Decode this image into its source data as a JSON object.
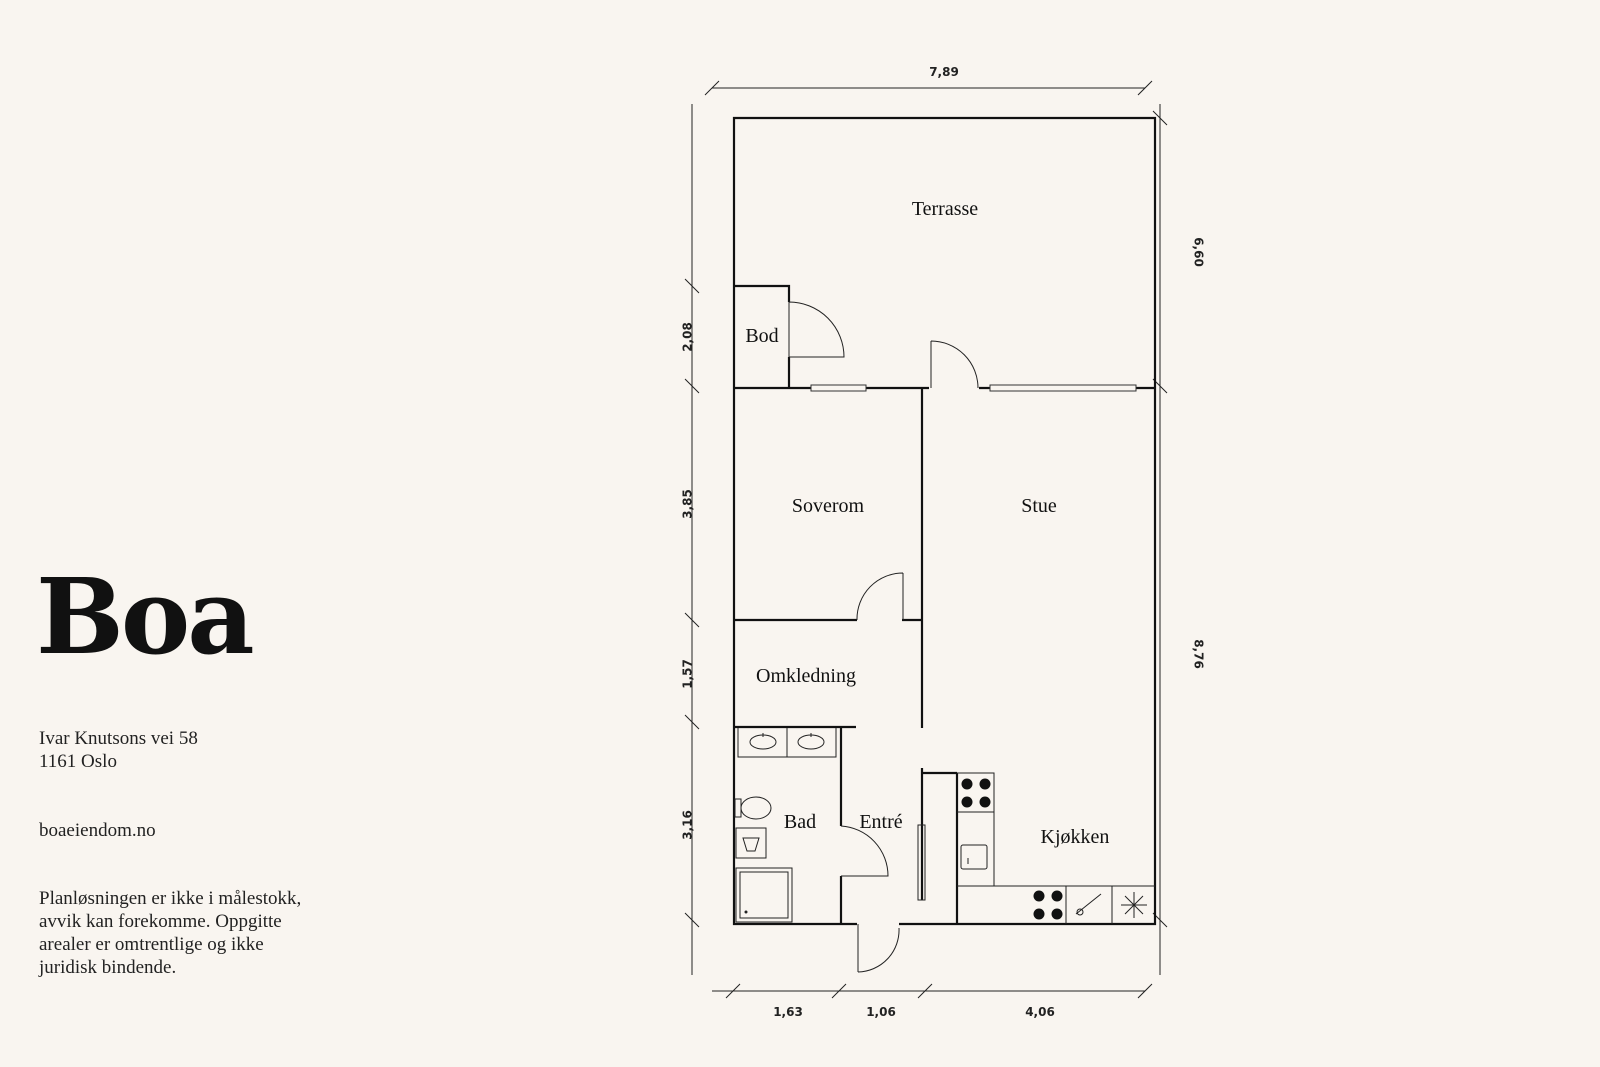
{
  "brand": {
    "name": "Boa"
  },
  "address": {
    "street": "Ivar Knutsons vei 58",
    "city": "1161 Oslo"
  },
  "website": "boaeiendom.no",
  "disclaimer": {
    "lines": [
      "Planløsningen er ikke i målestokk,",
      "avvik kan forekomme. Oppgitte",
      "arealer er omtrentlige og ikke",
      "juridisk bindende."
    ]
  },
  "plan": {
    "rooms": {
      "terrasse": "Terrasse",
      "bod": "Bod",
      "soverom": "Soverom",
      "stue": "Stue",
      "omkledning": "Omkledning",
      "bad": "Bad",
      "entre": "Entré",
      "kjokken": "Kjøkken"
    },
    "dimensions": {
      "top_width": "7,89",
      "right_terrace": "6,60",
      "right_apartment": "8,76",
      "left_bod": "2,08",
      "left_soverom": "3,85",
      "left_omkledning": "1,57",
      "left_bad": "3,16",
      "bottom_bad": "1,63",
      "bottom_entre": "1,06",
      "bottom_kjokken": "4,06"
    }
  },
  "colors": {
    "background": "#f9f5f0",
    "ink": "#111111"
  }
}
